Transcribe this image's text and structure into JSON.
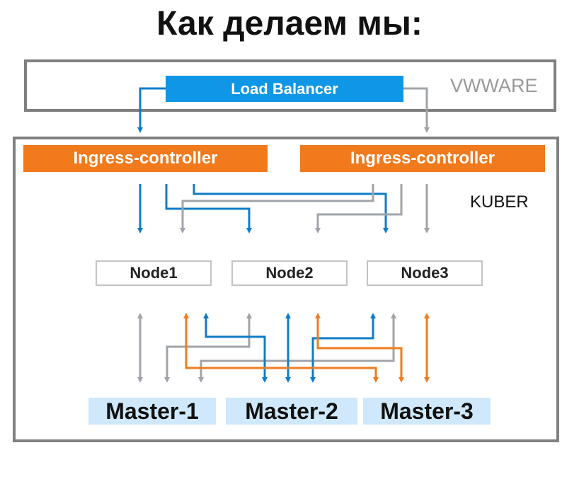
{
  "title": "Как делаем мы:",
  "vmware": {
    "label": "VWWARE",
    "load_balancer": "Load Balancer"
  },
  "kuber": {
    "label": "KUBER",
    "ingress": [
      "Ingress-controller",
      "Ingress-controller"
    ],
    "nodes": [
      "Node1",
      "Node2",
      "Node3"
    ],
    "masters": [
      "Master-1",
      "Master-2",
      "Master-3"
    ]
  },
  "colors": {
    "blue": "#0f7cc8",
    "gray": "#a0a4aa",
    "orange": "#ef7d1f",
    "frame": "#808080"
  }
}
